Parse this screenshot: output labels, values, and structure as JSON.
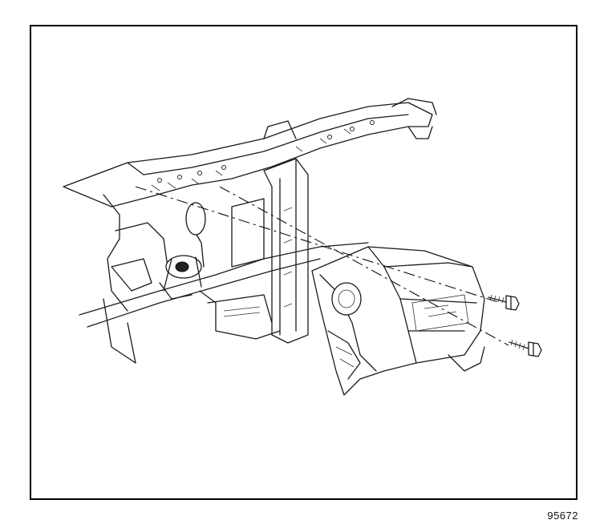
{
  "figure": {
    "id_label": "95672"
  },
  "parts": [
    {
      "name": "upper-bolt",
      "icon": "bolt-icon"
    },
    {
      "name": "lower-bolt",
      "icon": "bolt-icon"
    },
    {
      "name": "airbag-module",
      "icon": "airbag-module-icon"
    },
    {
      "name": "dashboard-frame",
      "icon": "frame-icon"
    }
  ]
}
